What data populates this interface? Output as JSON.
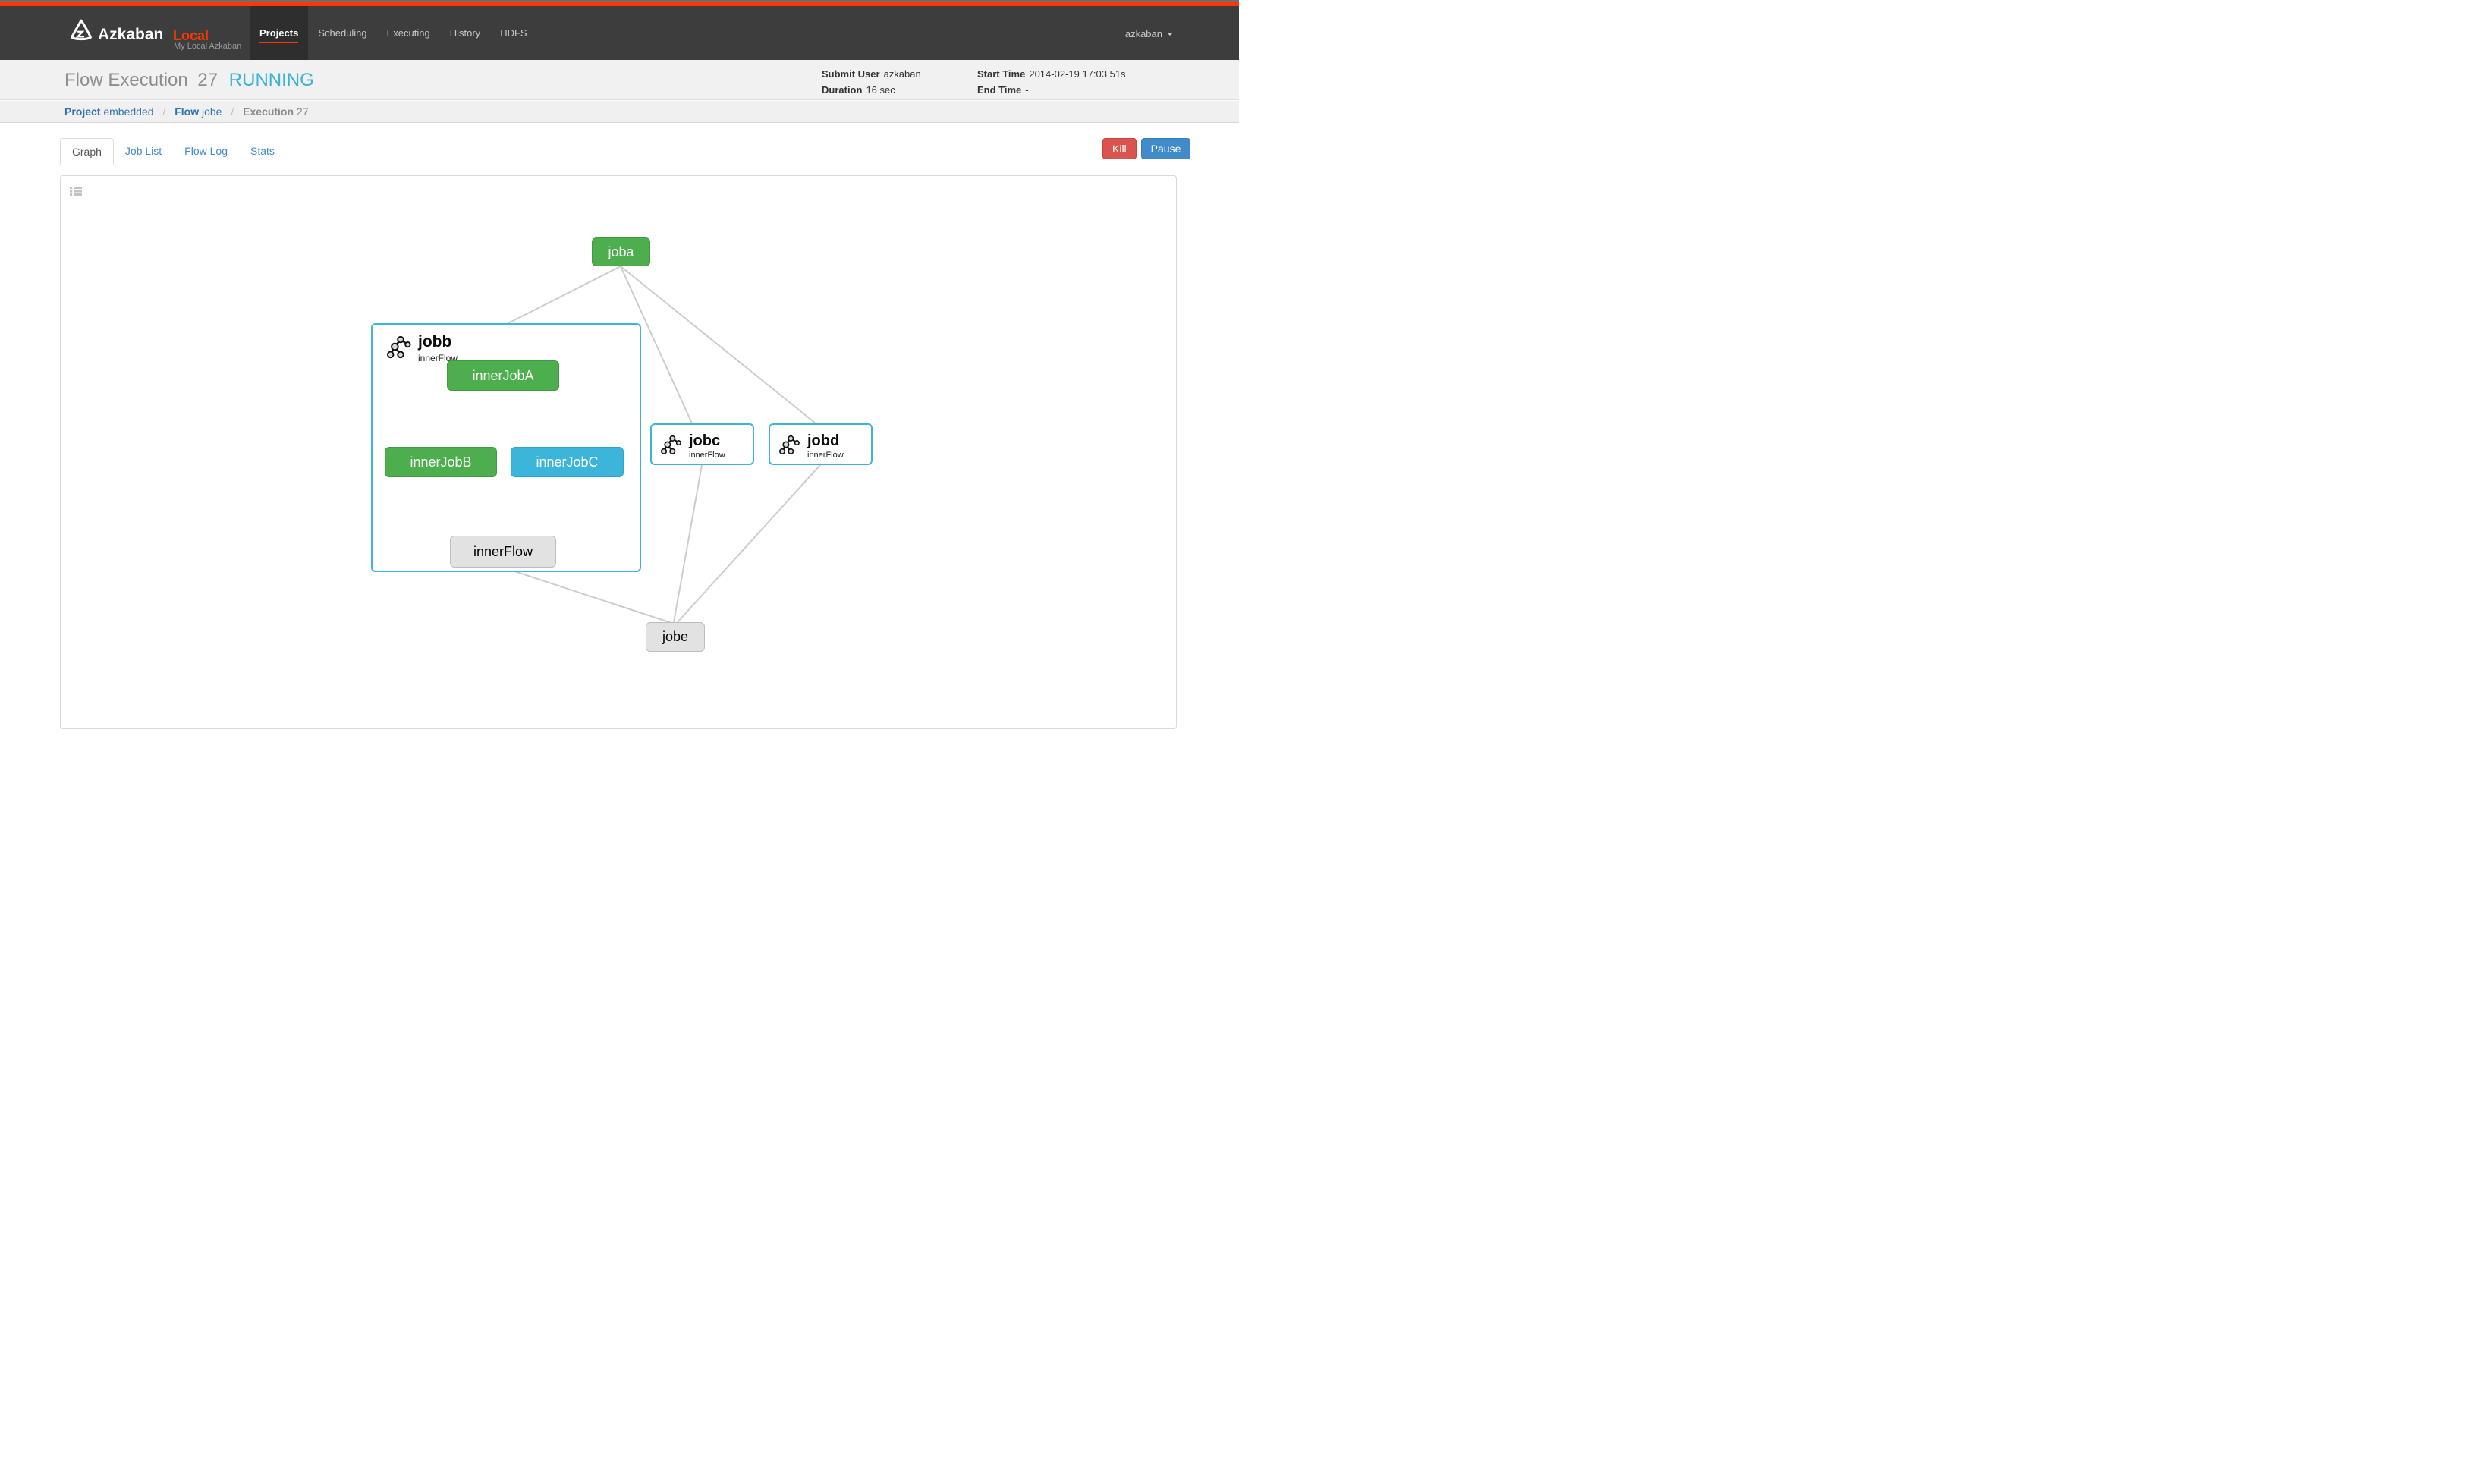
{
  "colors": {
    "accent_orange": "#ff3601",
    "navbar_bg": "#3d3d3d",
    "status_running": "#39b3d7",
    "status_succeeded": "#4cae4c",
    "status_ready": "#e2e2e2",
    "link_blue": "#428bca",
    "kill_red": "#d9534f",
    "edge_gray": "#cccccc"
  },
  "icons": {
    "logo": "azkaban-logo-icon",
    "user_caret": "caret-down-icon",
    "panel_menu": "list-icon",
    "embedded_flow": "flow-tree-icon"
  },
  "navbar": {
    "brand": "Azkaban",
    "brand_instance": "Local",
    "brand_subtitle": "My Local Azkaban",
    "items": [
      {
        "label": "Projects",
        "active": true
      },
      {
        "label": "Scheduling",
        "active": false
      },
      {
        "label": "Executing",
        "active": false
      },
      {
        "label": "History",
        "active": false
      },
      {
        "label": "HDFS",
        "active": false
      }
    ],
    "user": {
      "name": "azkaban"
    }
  },
  "header": {
    "title": "Flow Execution",
    "execution_id": "27",
    "status": "RUNNING",
    "meta": [
      {
        "label": "Submit User",
        "value": "azkaban"
      },
      {
        "label": "Duration",
        "value": "16 sec"
      },
      {
        "label": "Start Time",
        "value": "2014-02-19 17:03 51s"
      },
      {
        "label": "End Time",
        "value": "-"
      }
    ]
  },
  "breadcrumb": {
    "separator": "/",
    "items": [
      {
        "label": "Project",
        "value": "embedded",
        "link": true
      },
      {
        "label": "Flow",
        "value": "jobe",
        "link": true
      },
      {
        "label": "Execution",
        "value": "27",
        "link": false
      }
    ]
  },
  "tabs": [
    {
      "label": "Graph",
      "active": true
    },
    {
      "label": "Job List",
      "active": false
    },
    {
      "label": "Flow Log",
      "active": false
    },
    {
      "label": "Stats",
      "active": false
    }
  ],
  "actions": {
    "kill": "Kill",
    "pause": "Pause"
  },
  "graph": {
    "nodes": {
      "joba": {
        "label": "joba",
        "status": "SUCCEEDED",
        "type": "job"
      },
      "jobb": {
        "label": "jobb",
        "subtitle": "innerFlow",
        "status": "RUNNING",
        "type": "embedded-flow"
      },
      "innerJobA": {
        "label": "innerJobA",
        "status": "SUCCEEDED",
        "type": "job"
      },
      "innerJobB": {
        "label": "innerJobB",
        "status": "SUCCEEDED",
        "type": "job"
      },
      "innerJobC": {
        "label": "innerJobC",
        "status": "RUNNING",
        "type": "job"
      },
      "innerFlow": {
        "label": "innerFlow",
        "status": "READY",
        "type": "job"
      },
      "jobc": {
        "label": "jobc",
        "subtitle": "innerFlow",
        "status": "RUNNING",
        "type": "embedded-flow"
      },
      "jobd": {
        "label": "jobd",
        "subtitle": "innerFlow",
        "status": "RUNNING",
        "type": "embedded-flow"
      },
      "jobe": {
        "label": "jobe",
        "status": "READY",
        "type": "job"
      }
    },
    "edges": [
      [
        "joba",
        "jobb"
      ],
      [
        "joba",
        "jobc"
      ],
      [
        "joba",
        "jobd"
      ],
      [
        "innerJobA",
        "innerJobB"
      ],
      [
        "innerJobA",
        "innerJobC"
      ],
      [
        "innerJobB",
        "innerFlow"
      ],
      [
        "innerJobC",
        "innerFlow"
      ],
      [
        "innerFlow",
        "jobe"
      ],
      [
        "jobc",
        "jobe"
      ],
      [
        "jobd",
        "jobe"
      ]
    ]
  }
}
